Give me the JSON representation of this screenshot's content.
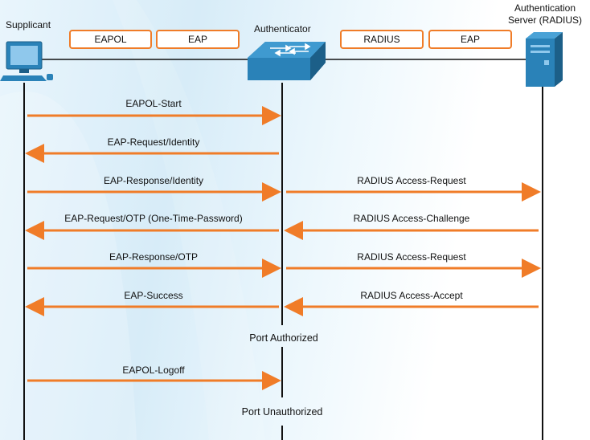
{
  "entities": {
    "supplicant": "Supplicant",
    "authenticator": "Authenticator",
    "server_line1": "Authentication",
    "server_line2": "Server (RADIUS)"
  },
  "protocols": {
    "left": [
      "EAPOL",
      "EAP"
    ],
    "right": [
      "RADIUS",
      "EAP"
    ]
  },
  "messages": [
    {
      "label": "EAPOL-Start",
      "lane": "left",
      "direction": "right"
    },
    {
      "label": "EAP-Request/Identity",
      "lane": "left",
      "direction": "left"
    },
    {
      "label": "EAP-Response/Identity",
      "lane": "left",
      "direction": "right"
    },
    {
      "label": "RADIUS Access-Request",
      "lane": "right",
      "direction": "right"
    },
    {
      "label": "EAP-Request/OTP (One-Time-Password)",
      "lane": "left",
      "direction": "left"
    },
    {
      "label": "RADIUS Access-Challenge",
      "lane": "right",
      "direction": "left"
    },
    {
      "label": "EAP-Response/OTP",
      "lane": "left",
      "direction": "right"
    },
    {
      "label": "RADIUS Access-Request",
      "lane": "right",
      "direction": "right"
    },
    {
      "label": "EAP-Success",
      "lane": "left",
      "direction": "left"
    },
    {
      "label": "RADIUS Access-Accept",
      "lane": "right",
      "direction": "left"
    },
    {
      "label": "EAPOL-Logoff",
      "lane": "left",
      "direction": "right"
    }
  ],
  "status": [
    "Port Authorized",
    "Port Unauthorized"
  ],
  "colors": {
    "arrow": "#f07c28",
    "device": "#2a82b8",
    "line": "#111111"
  },
  "icons": {
    "supplicant": "computer-icon",
    "authenticator": "switch-icon",
    "server": "server-icon"
  }
}
